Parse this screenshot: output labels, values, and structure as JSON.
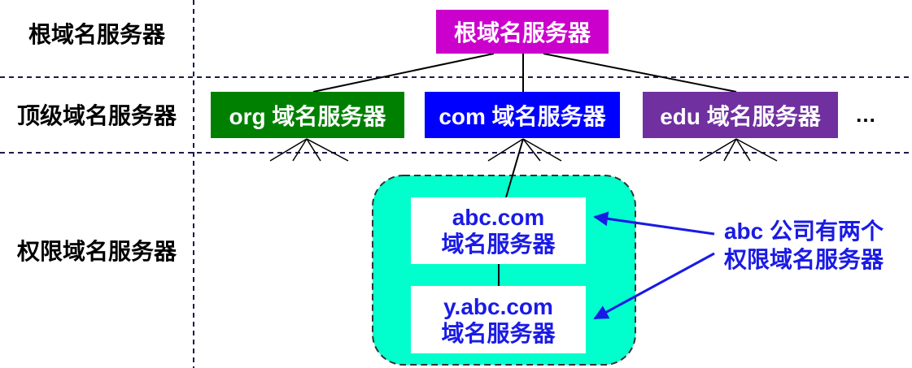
{
  "levels": {
    "root_label": "根域名服务器",
    "tld_label": "顶级域名服务器",
    "authoritative_label": "权限域名服务器"
  },
  "root_server": {
    "label": "根域名服务器",
    "color": "#CC00CC"
  },
  "tld_servers": [
    {
      "label": "org 域名服务器",
      "color": "#008000"
    },
    {
      "label": "com 域名服务器",
      "color": "#0000FF"
    },
    {
      "label": "edu 域名服务器",
      "color": "#7030A0"
    }
  ],
  "tld_more": "…",
  "company_zone": {
    "fill": "#00FFCC",
    "servers": [
      {
        "name": "abc.com",
        "label": "域名服务器"
      },
      {
        "name": "y.abc.com",
        "label": "域名服务器"
      }
    ]
  },
  "note": {
    "line1": "abc 公司有两个",
    "line2": "权限域名服务器"
  },
  "colors": {
    "server_text": "#1A1AE6",
    "divider": "#1A1A4E",
    "connector": "#000000",
    "arrow": "#1A1AE6"
  }
}
